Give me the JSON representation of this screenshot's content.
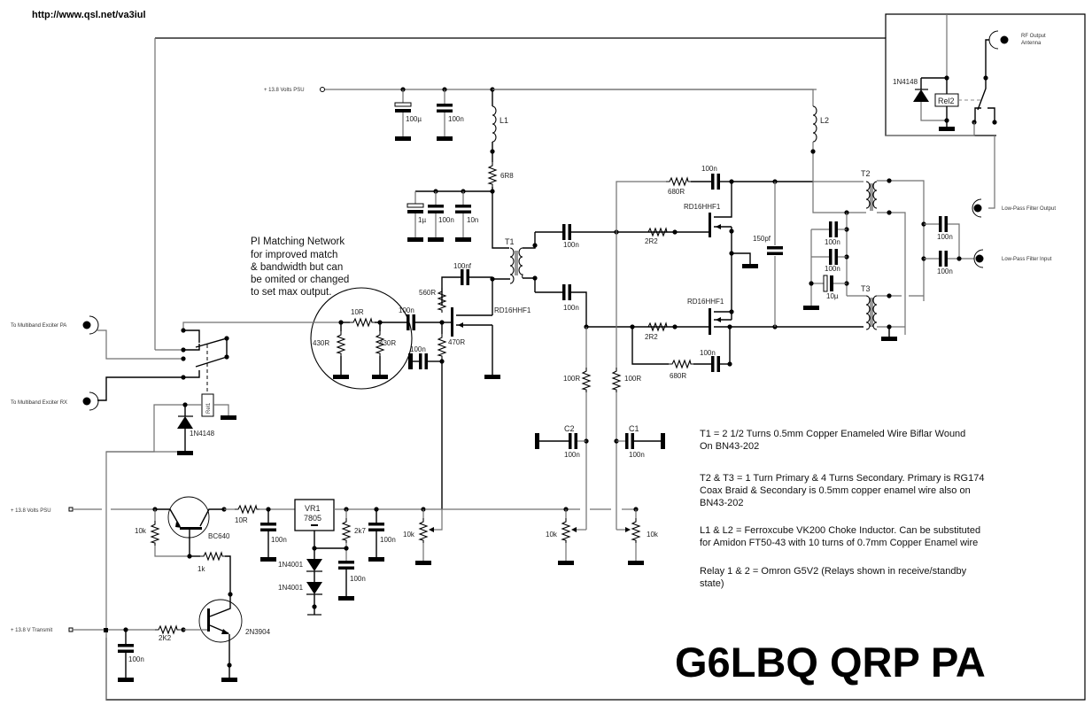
{
  "header": {
    "url": "http://www.qsl.net/va3iul"
  },
  "title": "G6LBQ QRP PA",
  "terminals": {
    "psu_top": "+ 13.8 Volts PSU",
    "psu_bottom": "+ 13.8 Volts PSU",
    "transmit": "+ 13.8 V Transmit",
    "exciter_pa": "To Multiband Exciter PA",
    "exciter_rx": "To Multiband Exciter RX",
    "rf_output_line1": "RF Output",
    "rf_output_line2": "Antenna",
    "lpf_output": "Low-Pass Filter Output",
    "lpf_input": "Low-Pass Filter Input"
  },
  "pi_network_note": [
    "PI Matching Network",
    "for improved match",
    "& bandwidth but can",
    "be omited or changed",
    "to set max output."
  ],
  "components": {
    "c_100u": "100µ",
    "c_100n_top": "100n",
    "l1": "L1",
    "l2": "L2",
    "r_6r8": "6R8",
    "c_1u": "1µ",
    "c_100n_dec": "100n",
    "c_10n": "10n",
    "t1": "T1",
    "t2": "T2",
    "t3": "T3",
    "c_100nf": "100nf",
    "r_560r": "560R",
    "r_470r": "470R",
    "q_driver": "RD16HHF1",
    "q_push": "RD16HHF1",
    "q_pull": "RD16HHF1",
    "r_10r_pi": "10R",
    "r_430r_a": "430R",
    "r_430r_b": "430R",
    "c_pi_in": "100n",
    "c_bias": "100n",
    "c_t1_a": "100n",
    "c_t1_b": "100n",
    "r_2r2_a": "2R2",
    "r_2r2_b": "2R2",
    "r_680r_a": "680R",
    "r_680r_b": "680R",
    "c_fb_a": "100n",
    "c_fb_b": "100n",
    "c_150pf": "150pf",
    "c_t3_a": "100n",
    "c_t3_b": "100n",
    "c_10u": "10µ",
    "c_out_a": "100n",
    "c_out_b": "100n",
    "r_100r_a": "100R",
    "r_100r_b": "100R",
    "c2_name": "C2",
    "c2_val": "100n",
    "c1_name": "C1",
    "c1_val": "100n",
    "pot_10k_a": "10k",
    "pot_10k_b": "10k",
    "pot_10k_c": "10k",
    "rel1": "Rel1",
    "rel2": "Rel2",
    "d_rel1": "1N4148",
    "d_rel2": "1N4148",
    "q_bc640": "BC640",
    "q_2n3904": "2N3904",
    "r_10k_bc": "10k",
    "r_1k": "1k",
    "r_10r_reg": "10R",
    "c_reg_in": "100n",
    "vr1_name": "VR1",
    "vr1_part": "7805",
    "r_2k7": "2k7",
    "c_reg_out": "100n",
    "c_reg_adj": "100n",
    "d_4001_a": "1N4001",
    "d_4001_b": "1N4001",
    "r_2k2": "2K2",
    "c_tx": "100n"
  },
  "notes": [
    [
      "T1 = 2 1/2 Turns 0.5mm Copper Enameled Wire Biflar Wound",
      "On BN43-202"
    ],
    [
      "T2 & T3 = 1 Turn Primary & 4 Turns Secondary. Primary is RG174",
      "Coax Braid & Secondary is 0.5mm copper enamel wire also on",
      "BN43-202"
    ],
    [
      "L1 & L2 = Ferroxcube VK200 Choke Inductor. Can be substituted",
      "for Amidon FT50-43 with 10 turns of 0.7mm Copper Enamel wire"
    ],
    [
      "Relay 1 & 2 = Omron G5V2 (Relays shown in receive/standby",
      " state)"
    ]
  ]
}
